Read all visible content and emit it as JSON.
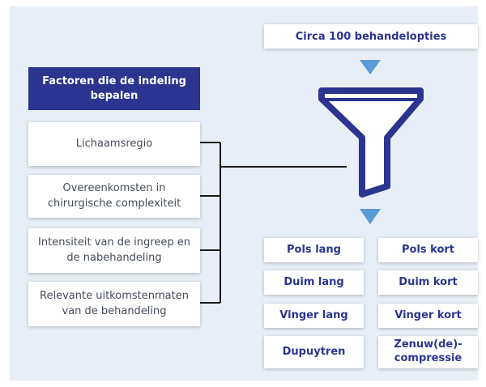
{
  "top_label": "Circa 100 behandelopties",
  "factors_header": "Factoren die de indeling bepalen",
  "factors": [
    "Lichaamsregio",
    "Overeenkomsten in chirurgische complexiteit",
    "Intensiteit van de ingreep en de nabehandeling",
    "Relevante uitkomstenmaten van de behandeling"
  ],
  "categories": [
    "Pols lang",
    "Pols kort",
    "Duim lang",
    "Duim kort",
    "Vinger lang",
    "Vinger kort",
    "Dupuytren",
    "Zenuw(de)-compressie"
  ],
  "colors": {
    "navy": "#2b3590",
    "triangle": "#5b9bd5",
    "background": "#e7eef7"
  },
  "icons": {
    "filter": "funnel-icon"
  }
}
